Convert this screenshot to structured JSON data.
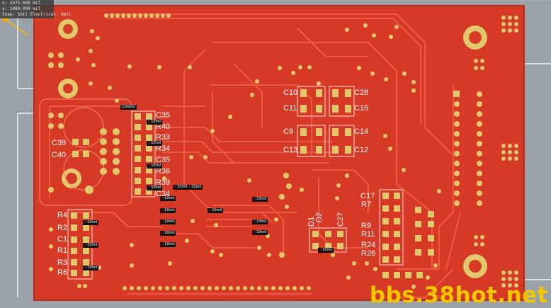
{
  "hud": {
    "x_readout": "x: 4375.000 mil",
    "y_readout": "y: 1480.000 mil",
    "snap_readout": "Snap: 5mil Electrical: 8mil"
  },
  "board": {
    "name": "pcb-top-layer",
    "colors": {
      "background": "#9aa2a8",
      "copper": "#d63a26",
      "copper_edge": "#c23220",
      "trace": "#e9503a",
      "pad": "#e2c86a",
      "pad_hole": "#c28a2a",
      "silk": "#ffffff"
    }
  },
  "refdes": {
    "C35a": "C35",
    "R40": "R40",
    "R33": "R33",
    "R34": "R34",
    "C35b": "C35",
    "R36": "R36",
    "R39": "R39",
    "C34": "C34",
    "C39": "C39",
    "C40": "C40",
    "C10": "C10",
    "C28": "C28",
    "C11": "C11",
    "C15": "C15",
    "C9": "C9",
    "C14": "C14",
    "C13": "C13",
    "C12": "C12",
    "C17": "C17",
    "R7": "R7",
    "R9": "R9",
    "R11": "R11",
    "R24": "R24",
    "R26": "R26",
    "D2": "D2",
    "D1": "D1",
    "C27": "C27",
    "R4": "R4",
    "R2": "R2",
    "C1": "C1",
    "R1": "R1",
    "R3": "R3",
    "R6": "R6"
  },
  "annotations": {
    "collision": "Collision",
    "clearance": "10mil"
  },
  "watermark": "bbs.38hot.net"
}
